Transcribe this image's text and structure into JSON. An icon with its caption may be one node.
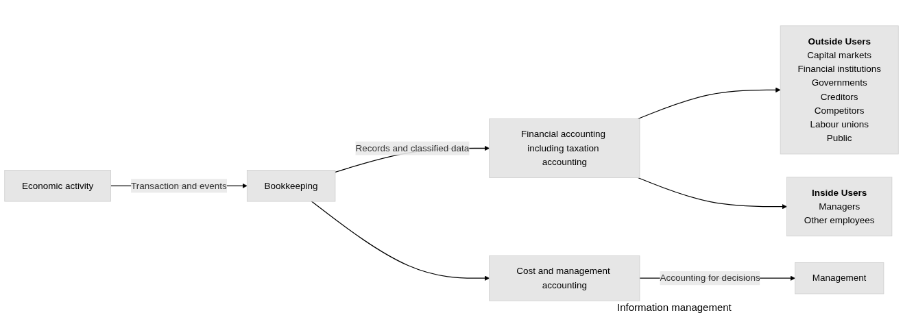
{
  "diagram": {
    "nodes": [
      {
        "text": [
          "Economic activity"
        ]
      },
      {
        "text": [
          "Bookkeeping"
        ]
      },
      {
        "text": [
          "Financial accounting including taxation accounting"
        ]
      },
      {
        "text": [
          "Outside Users",
          "Capital markets",
          "Financial institutions",
          "Governments",
          "Creditors",
          "Competitors",
          "Labour unions",
          "Public"
        ]
      },
      {
        "text": [
          "Cost and management accounting"
        ]
      },
      {
        "text": [
          "Inside Users",
          "Managers",
          "Other employees"
        ]
      },
      {
        "text": [
          "Management"
        ]
      }
    ],
    "edges": [
      {
        "from": 0,
        "to": 1,
        "arrow": "to",
        "label": "Transaction and events"
      },
      {
        "from": 1,
        "to": 2,
        "arrow": "to",
        "label": "Records and classified data"
      },
      {
        "from": 1,
        "to": 4,
        "arrow": "to"
      },
      {
        "from": 2,
        "to": 3,
        "arrow": "to"
      },
      {
        "from": 2,
        "to": 5,
        "arrow": "to"
      },
      {
        "from": 4,
        "to": 6,
        "arrow": "to",
        "label": "Accounting for decisions"
      }
    ],
    "labels": [
      "Information management"
    ]
  }
}
